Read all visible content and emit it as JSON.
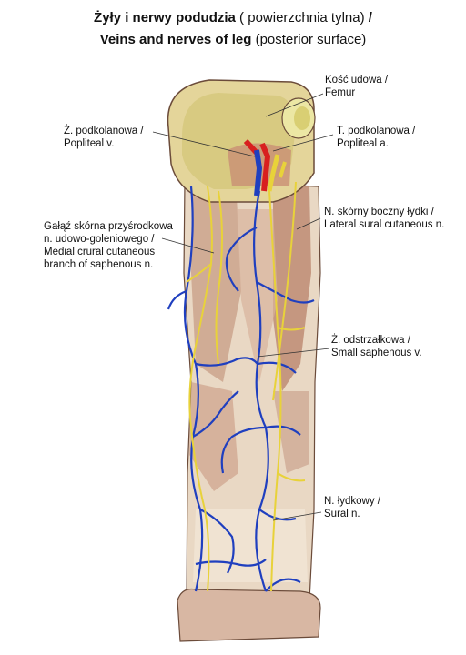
{
  "title": {
    "pl_bold": "Żyły i nerwy podudzia",
    "pl_light": " ( powierzchnia tylna) ",
    "pl_slash": "/",
    "en_bold": "Veins and nerves of leg",
    "en_light": " (posterior surface)"
  },
  "labels": {
    "femur": [
      "Kość udowa /",
      "Femur"
    ],
    "popliteal_vein": [
      "Ż. podkolanowa /",
      "Popliteal v."
    ],
    "popliteal_artery": [
      "T. podkolanowa /",
      "Popliteal a."
    ],
    "lateral_sural": [
      "N. skórny boczny łydki /",
      "Lateral sural cutaneous n."
    ],
    "medial_crural": [
      "Gałąź skórna przyśrodkowa",
      "n. udowo-goleniowego /",
      "Medial crural cutaneous",
      "branch of saphenous n."
    ],
    "small_saphenous": [
      "Ż. odstrzałkowa /",
      "Small saphenous v."
    ],
    "sural": [
      "N. łydkowy /",
      "Sural n."
    ]
  },
  "colors": {
    "vein": "#1f3fbf",
    "nerve": "#e8d23a",
    "artery": "#d81f1f",
    "bone": "#dcd87a",
    "skin": "#e9d8c4",
    "muscle": "#b8826a",
    "leader": "#333333"
  }
}
